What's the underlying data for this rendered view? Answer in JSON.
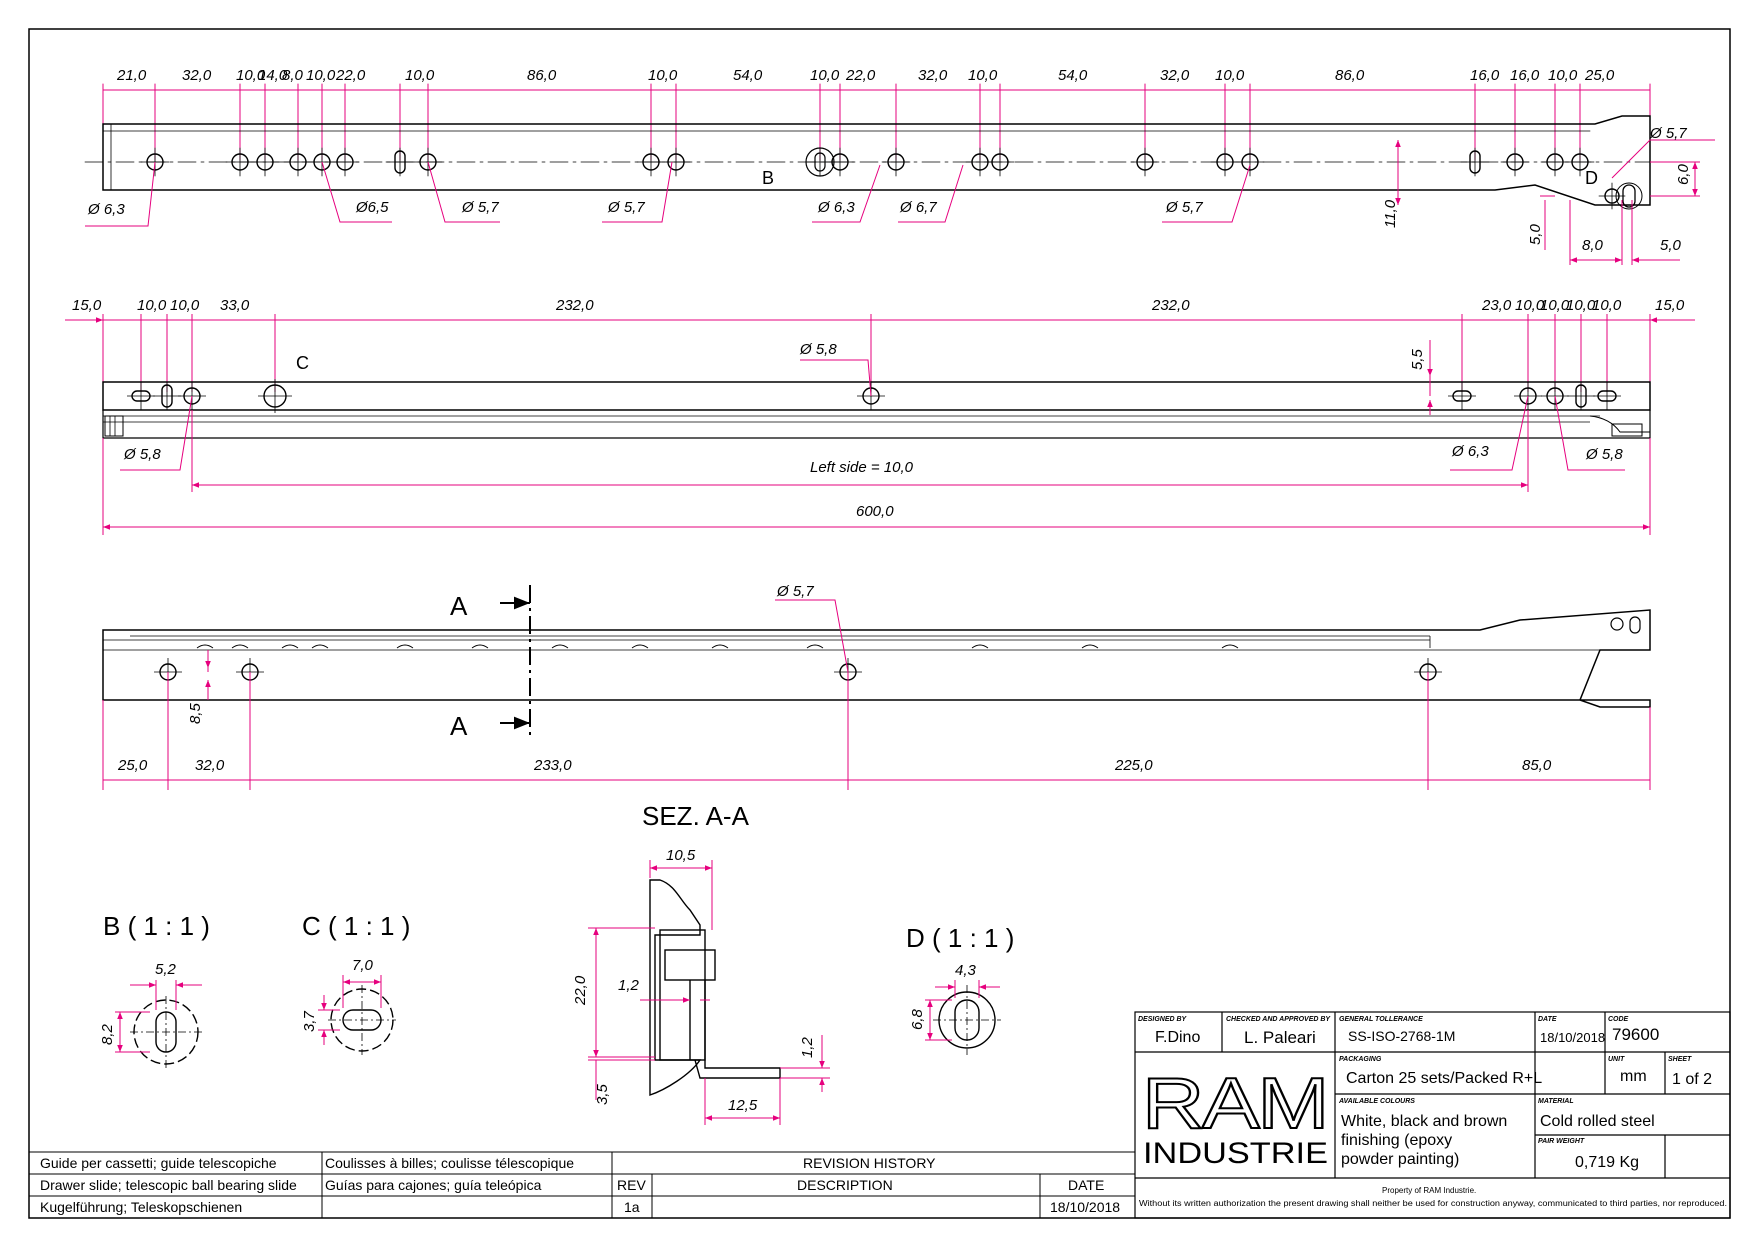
{
  "colors": {
    "dimension": "#e6007e",
    "outline": "#000000",
    "background": "#ffffff"
  },
  "top_view": {
    "dims": [
      "21,0",
      "32,0",
      "10,0",
      "14,0",
      "8,0",
      "10,0",
      "22,0",
      "10,0",
      "86,0",
      "10,0",
      "54,0",
      "10,0",
      "22,0",
      "32,0",
      "10,0",
      "54,0",
      "32,0",
      "10,0",
      "86,0",
      "16,0",
      "16,0",
      "10,0",
      "25,0"
    ],
    "holes": [
      "Ø 6,3",
      "Ø6,5",
      "Ø 5,7",
      "Ø 5,7",
      "Ø 6,3",
      "Ø 6,7",
      "Ø 5,7",
      "Ø 5,7"
    ],
    "side_dims": [
      "11,0",
      "6,0",
      "5,0",
      "8,0",
      "5,0"
    ],
    "label_b": "B",
    "label_d": "D"
  },
  "middle_view": {
    "dims": [
      "15,0",
      "10,0",
      "10,0",
      "33,0",
      "232,0",
      "232,0",
      "23,0",
      "10,0",
      "10,0",
      "10,0",
      "10,0",
      "15,0"
    ],
    "holes": [
      "Ø 5,8",
      "Ø 5,8",
      "Ø 6,3",
      "Ø 5,8"
    ],
    "side_dim": "5,5",
    "label_c": "C",
    "left_side": "Left side = 10,0",
    "overall": "600,0"
  },
  "bottom_view": {
    "dims": [
      "25,0",
      "32,0",
      "233,0",
      "225,0",
      "85,0"
    ],
    "hole": "Ø 5,7",
    "side_dim": "8,5",
    "section_a": "A"
  },
  "section": {
    "title": "SEZ. A-A",
    "dims": [
      "10,5",
      "22,0",
      "1,2",
      "1,2",
      "3,5",
      "12,5"
    ]
  },
  "details": {
    "b": {
      "title": "B ( 1 : 1 )",
      "w": "5,2",
      "h": "8,2"
    },
    "c": {
      "title": "C ( 1 : 1 )",
      "w": "7,0",
      "h": "3,7"
    },
    "d": {
      "title": "D ( 1 : 1 )",
      "w": "4,3",
      "h": "6,8"
    }
  },
  "title_block": {
    "designed_by_label": "DESIGNED BY",
    "designed_by": "F.Dino",
    "checked_label": "CHECKED AND APPROVED BY",
    "checked": "L. Paleari",
    "tolerance_label": "GENERAL TOLLERANCE",
    "tolerance": "SS-ISO-2768-1M",
    "date_label": "DATE",
    "date": "18/10/2018",
    "code_label": "CODE",
    "code": "79600",
    "packaging_label": "PACKAGING",
    "packaging": "Carton 25 sets/Packed R+L",
    "unit_label": "UNIT",
    "unit": "mm",
    "sheet_label": "SHEET",
    "sheet": "1 of 2",
    "logo_top": "RAM",
    "logo_bottom": "INDUSTRIE",
    "colours_label": "AVAILABLE COLOURS",
    "colours_1": "White, black and brown",
    "colours_2": "finishing (epoxy",
    "colours_3": "powder painting)",
    "material_label": "MATERIAL",
    "material": "Cold rolled steel",
    "weight_label": "PAIR WEIGHT",
    "weight": "0,719 Kg",
    "property": "Property of RAM Industrie.",
    "disclaimer": "Without its written authorization the present drawing shall neither be used for construction anyway, communicated to third parties, nor reproduced."
  },
  "descriptions": {
    "it": "Guide per cassetti; guide telescopiche",
    "fr": "Coulisses à billes; coulisse télescopique",
    "en": "Drawer slide; telescopic ball bearing slide",
    "es": "Guías para cajones; guía teleópica",
    "de": "Kugelführung; Teleskopschienen"
  },
  "revision": {
    "title": "REVISION HISTORY",
    "col_rev": "REV",
    "col_desc": "DESCRIPTION",
    "col_date": "DATE",
    "rev": "1a",
    "desc": "",
    "date": "18/10/2018"
  }
}
